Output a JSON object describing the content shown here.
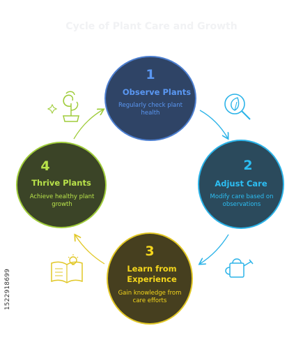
{
  "title": "Cycle of Plant Care and Growth",
  "steps": [
    {
      "number": "1",
      "heading": "Observe Plants",
      "description": "Regularly check plant health",
      "icon": "leaf-magnifier-icon",
      "color": "#4d7fd0"
    },
    {
      "number": "2",
      "heading": "Adjust Care",
      "description": "Modify care based on observations",
      "icon": "watering-can-icon",
      "color": "#2bb3e8"
    },
    {
      "number": "3",
      "heading": "Learn from Experience",
      "description": "Gain knowledge from care efforts",
      "icon": "open-book-bulb-icon",
      "color": "#e1c725"
    },
    {
      "number": "4",
      "heading": "Thrive Plants",
      "description": "Achieve healthy plant growth",
      "icon": "sprouting-plant-icon",
      "color": "#9fcc3a"
    }
  ],
  "watermark": "1522918699"
}
